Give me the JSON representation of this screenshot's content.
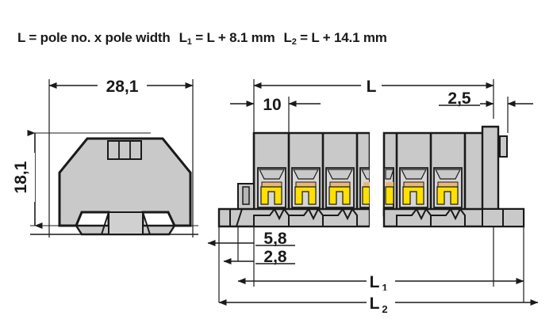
{
  "header": {
    "formula_L": "L = pole no. x pole width",
    "formula_L1_base": "L",
    "formula_L1_sub": "1",
    "formula_L1_rest": "= L + 8.1 mm",
    "formula_L2_base": "L",
    "formula_L2_sub": "2",
    "formula_L2_rest": "= L + 14.1 mm"
  },
  "side_view": {
    "width_dim": "28,1",
    "height_dim": "18,1"
  },
  "front_view": {
    "overall_dim": "L",
    "pole_width_dim": "10",
    "end_dim": "2,5",
    "foot_dim_1": "5,8",
    "foot_dim_2": "2,8",
    "total_dim_1_base": "L",
    "total_dim_1_sub": "1",
    "total_dim_2_base": "L",
    "total_dim_2_sub": "2"
  },
  "colors": {
    "body_gray": "#c9c9c9",
    "body_gray_light": "#d6d6d6",
    "body_gray_dark": "#b5b5b5",
    "clamp_yellow": "#ffe000",
    "bar_orange": "#e8b878",
    "outline": "#1a1a1a",
    "background": "#ffffff"
  }
}
